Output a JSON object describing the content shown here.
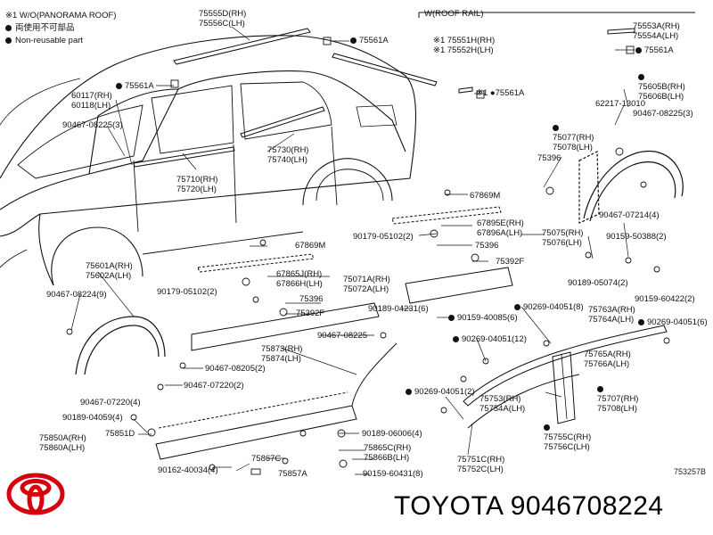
{
  "legend": {
    "note1": "※1 W/O(PANORAMA ROOF)",
    "note2": "両使用不可部品",
    "note3": "Non-reusable part"
  },
  "roof_rail_label": "W(ROOF RAIL)",
  "figure_number": "753257B",
  "brand_text": "TOYOTA 9046708224",
  "colors": {
    "line": "#111111",
    "logo_red": "#d7000f"
  },
  "callouts": {
    "c75555": [
      "75555D(RH)",
      "75556C(LH)"
    ],
    "c75561a_top": "75561A",
    "c75561a_left": "75561A",
    "c60117": [
      "60117(RH)",
      "60118(LH)"
    ],
    "c90467_08225_3": "90467-08225(3)",
    "c75551": [
      "※1 75551H(RH)",
      "※1 75552H(LH)"
    ],
    "c75561a_mid": "※1 ●75561A",
    "c75553": [
      "75553A(RH)",
      "75554A(LH)"
    ],
    "c75561a_right": "75561A",
    "c75605": [
      "75605B(RH)",
      "75606B(LH)"
    ],
    "c62217": "62217-13010",
    "c90467_08225_3b": "90467-08225(3)",
    "c75077": [
      "75077(RH)",
      "75078(LH)"
    ],
    "c75396_r": "75396",
    "c75730": [
      "75730(RH)",
      "75740(LH)"
    ],
    "c75710": [
      "75710(RH)",
      "75720(LH)"
    ],
    "c67869_r": "67869M",
    "c90467_07214": "90467-07214(4)",
    "c67895": [
      "67895E(RH)",
      "67896A(LH)"
    ],
    "c90179_a": "90179-05102(2)",
    "c75075": [
      "75075(RH)",
      "75076(LH)"
    ],
    "c75396_m": "75396",
    "c90159_50388": "90159-50388(2)",
    "c75392_a": "75392F",
    "c67869_l": "67869M",
    "c90189_05074": "90189-05074(2)",
    "c75601": [
      "75601A(RH)",
      "75602A(LH)"
    ],
    "c67865": [
      "67865J(RH)",
      "67866H(LH)"
    ],
    "c75071": [
      "75071A(RH)",
      "75072A(LH)"
    ],
    "c90159_60422": "90159-60422(2)",
    "c90179_b": "90179-05102(2)",
    "c90467_08224": "90467-08224(9)",
    "c75396_l": "75396",
    "c75392_b": "75392F",
    "c90189_04231": "90189-04231(6)",
    "c90269_04051_8": "90269-04051(8)",
    "c75763": [
      "75763A(RH)",
      "75764A(LH)"
    ],
    "c90159_40085": "90159-40085(6)",
    "c90269_04051_6": "90269-04051(6)",
    "c90467_08225_b": "90467-08225",
    "c90269_04051_12": "90269-04051(12)",
    "c75873": [
      "75873(RH)",
      "75874(LH)"
    ],
    "c90467_08205": "90467-08205(2)",
    "c75765": [
      "75765A(RH)",
      "75766A(LH)"
    ],
    "c90467_07220": "90467-07220(2)",
    "c75707": [
      "75707(RH)",
      "75708(LH)"
    ],
    "c90269_04051_2": "90269-04051(2)",
    "c90467_07220_4": "90467-07220(4)",
    "c75753": [
      "75753(RH)",
      "75754A(LH)"
    ],
    "c90189_04059": "90189-04059(4)",
    "c75755": [
      "75755C(RH)",
      "75756C(LH)"
    ],
    "c75850": [
      "75850A(RH)",
      "75860A(LH)"
    ],
    "c75851": "75851D",
    "c90189_06006": "90189-06006(4)",
    "c75865": [
      "75865C(RH)",
      "75866B(LH)"
    ],
    "c75867": "75867C",
    "c90159_60431": "90159-60431(8)",
    "c75751": [
      "75751C(RH)",
      "75752C(LH)"
    ],
    "c90162": "90162-40034(4)",
    "c75857": "75857A"
  }
}
